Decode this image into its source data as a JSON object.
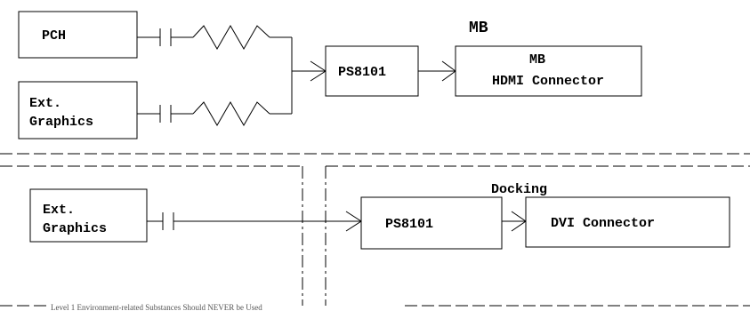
{
  "mb_section": {
    "title": "MB",
    "pch_label": "PCH",
    "ext_graphics_lines": [
      "Ext.",
      "Graphics"
    ],
    "ps8101_label": "PS8101",
    "hdmi_connector_lines": [
      "MB",
      "HDMI Connector"
    ]
  },
  "docking_section": {
    "title": "Docking",
    "ext_graphics_lines": [
      "Ext.",
      "Graphics"
    ],
    "ps8101_label": "PS8101",
    "dvi_connector_label": "DVI Connector"
  },
  "footer": {
    "note": "Level 1 Environment-related Substances Should NEVER be Used"
  }
}
